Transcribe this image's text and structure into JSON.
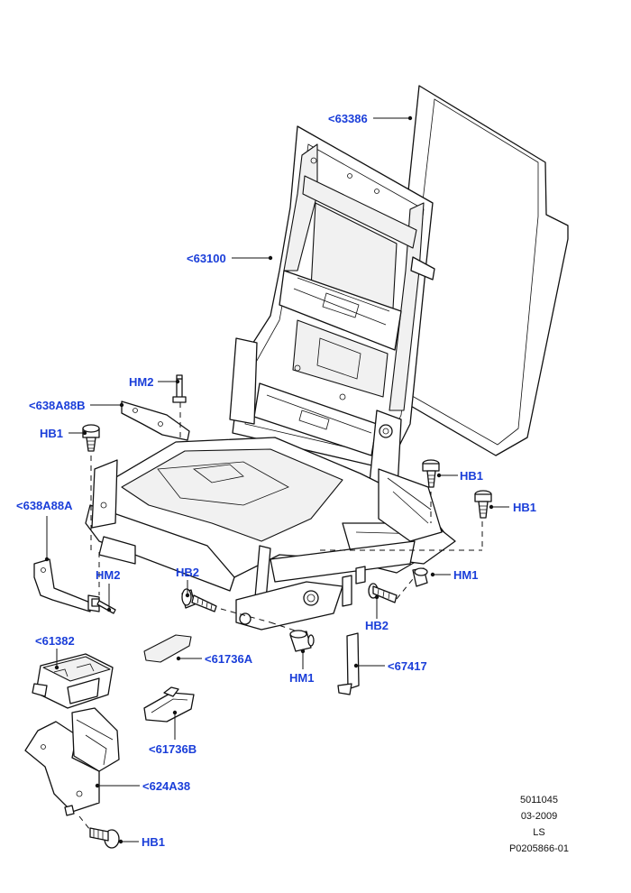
{
  "labels": {
    "seat_back_cover": "<63386",
    "frame": "<63100",
    "hm2_top": "HM2",
    "bracket_b": "<638A88B",
    "hb1_left": "HB1",
    "hb1_right_a": "HB1",
    "hb1_right_b": "HB1",
    "bracket_a": "<638A88A",
    "hm2_left": "HM2",
    "hb2_left": "HB2",
    "hm1_right": "HM1",
    "hb2_right": "HB2",
    "module": "<61382",
    "pad_a": "<61736A",
    "hm1_bottom": "HM1",
    "trim": "<67417",
    "clip_b": "<61736B",
    "support": "<624A38",
    "hb1_bottom": "HB1"
  },
  "reference": {
    "line1": "5011045",
    "line2": "03-2009",
    "line3": "LS",
    "line4": "P0205866-01"
  }
}
